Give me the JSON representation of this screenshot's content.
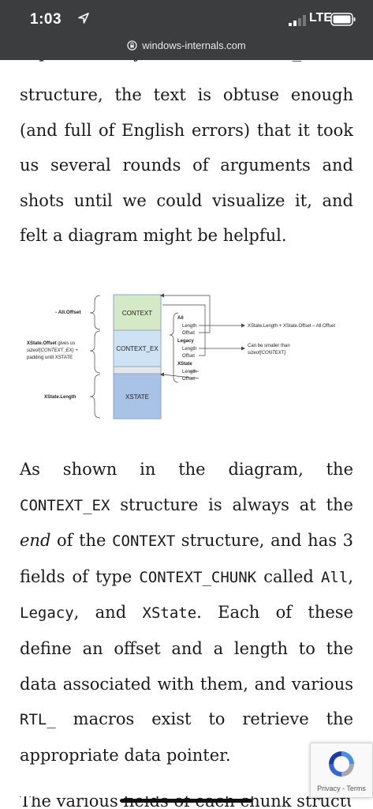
{
  "status_bar": {
    "time": "1:03",
    "network": "LTE",
    "url": "windows-internals.com"
  },
  "article": {
    "clipped_line": "explain the layout of the CONTEXT_EX",
    "para1": [
      {
        "t": "structure, the text is obtuse enough (and full of English errors) that it took us several rounds of arguments and shots until we could visualize it, and felt a diagram might be helpful."
      }
    ],
    "para2_parts": {
      "p1": "As shown in the diagram, the ",
      "c1": "CONTEXT_EX",
      "p2": " structure is always at the ",
      "em1": "end",
      "p3": " of the ",
      "c2": "CONTEXT",
      "p4": " structure, and has 3 fields of type ",
      "c3": "CONTEXT_CHUNK",
      "p5": " called ",
      "c4": "All",
      "p6": ", ",
      "c5": "Legacy",
      "p7": ", and ",
      "c6": "XState",
      "p8": ". Each of these define an offset and a length to the data associated with them, and various ",
      "c7": "RTL_",
      "p9": " macros exist to retrieve the appropriate data pointer."
    },
    "partial_last_line": "The various fields of each chunk structure"
  },
  "diagram": {
    "blocks": {
      "context": "CONTEXT",
      "context_ex": "CONTEXT_EX",
      "xstate": "XSTATE"
    },
    "left_labels": {
      "all_offset": "- All.Offset",
      "xstate_offset_bold": "XState.Offset",
      "xstate_offset_rest1": " gives us",
      "xstate_offset_line2": "sizeof(CONTEXT_EX) +",
      "xstate_offset_line3": "padding until XSTATE",
      "xstate_length": "XState.Length"
    },
    "fields": {
      "all": "All",
      "legacy": "Legacy",
      "xstate": "XState",
      "length": "Length",
      "offset": "Offset"
    },
    "notes": {
      "all_length": "XState.Length + XState.Offset – All.Offset",
      "legacy_line1": "Can be smaller than",
      "legacy_line2": "sizeof(CONTEXT)"
    },
    "colors": {
      "context": "#d6e9c6",
      "context_ex": "#cde3f3",
      "padding": "#e6e6e6",
      "xstate": "#a9c3e6"
    }
  },
  "recaptcha": {
    "links": "Privacy - Terms"
  }
}
